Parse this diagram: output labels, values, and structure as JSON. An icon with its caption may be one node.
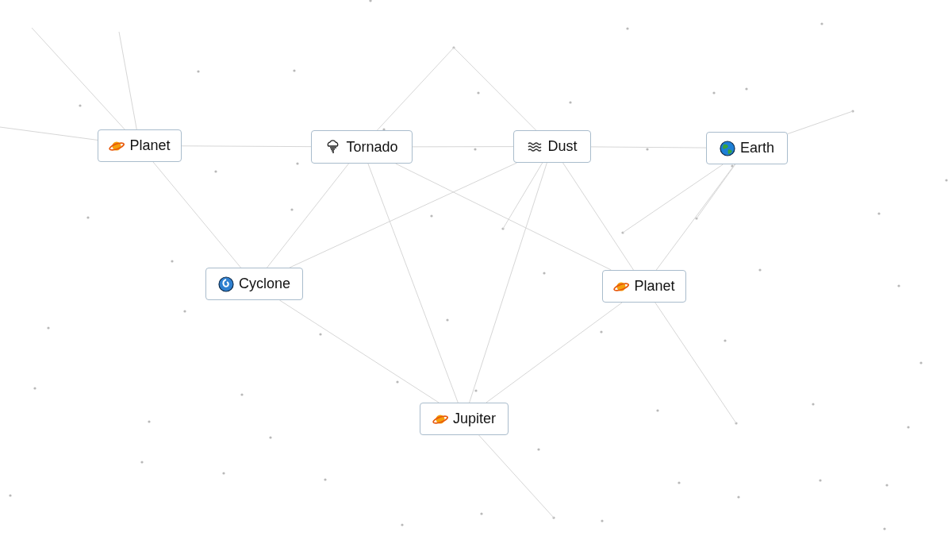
{
  "diagram": {
    "nodes": [
      {
        "text": [
          "Planet"
        ]
      },
      {
        "text": [
          "Tornado"
        ]
      },
      {
        "text": [
          "Dust"
        ]
      },
      {
        "text": [
          "Earth"
        ]
      },
      {
        "text": [
          "Cyclone"
        ]
      },
      {
        "text": [
          "Planet"
        ]
      },
      {
        "text": [
          "Jupiter"
        ]
      }
    ],
    "edges": [
      {
        "from": 0,
        "to": 1,
        "arrow": "none"
      },
      {
        "from": 1,
        "to": 2,
        "arrow": "none"
      },
      {
        "from": 2,
        "to": 3,
        "arrow": "none"
      },
      {
        "from": 0,
        "to": 4,
        "arrow": "none"
      },
      {
        "from": 1,
        "to": 4,
        "arrow": "none"
      },
      {
        "from": 1,
        "to": 6,
        "arrow": "none"
      },
      {
        "from": 1,
        "to": 5,
        "arrow": "none"
      },
      {
        "from": 2,
        "to": 4,
        "arrow": "none"
      },
      {
        "from": 2,
        "to": 5,
        "arrow": "none"
      },
      {
        "from": 2,
        "to": 6,
        "arrow": "none"
      },
      {
        "from": 3,
        "to": 5,
        "arrow": "none"
      },
      {
        "from": 4,
        "to": 6,
        "arrow": "none"
      },
      {
        "from": 5,
        "to": 6,
        "arrow": "none"
      },
      {
        "from": null,
        "to": 0,
        "arrow": "none"
      },
      {
        "from": null,
        "to": 0,
        "arrow": "none"
      },
      {
        "from": null,
        "to": 0,
        "arrow": "none"
      },
      {
        "from": 1,
        "to": null,
        "arrow": "none"
      },
      {
        "from": 2,
        "to": null,
        "arrow": "none"
      },
      {
        "from": 3,
        "to": null,
        "arrow": "none"
      },
      {
        "from": 6,
        "to": null,
        "arrow": "none"
      },
      {
        "from": 5,
        "to": null,
        "arrow": "none"
      },
      {
        "from": 2,
        "to": null,
        "arrow": "none"
      },
      {
        "from": 3,
        "to": null,
        "arrow": "none"
      },
      {
        "from": 3,
        "to": null,
        "arrow": "none"
      }
    ]
  }
}
